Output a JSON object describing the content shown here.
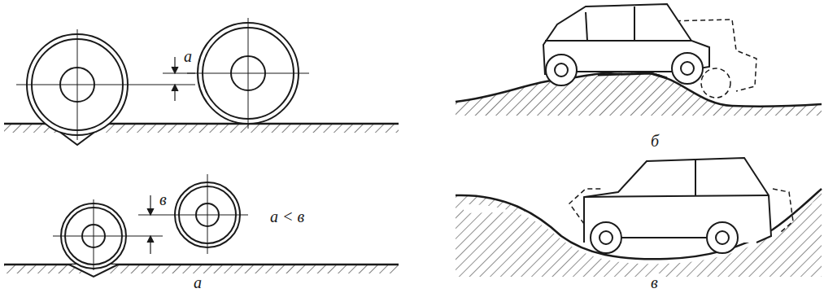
{
  "diagram": {
    "labels": [
      "а",
      "в",
      "а < в",
      "а",
      "б",
      "в"
    ]
  }
}
